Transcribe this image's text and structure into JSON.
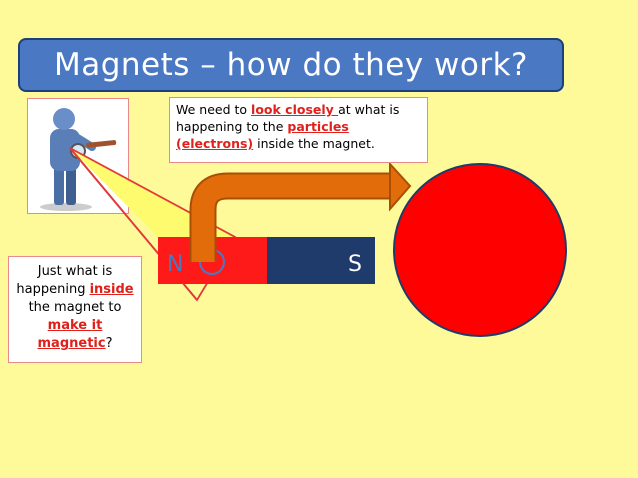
{
  "title": "Magnets – how do they work?",
  "callout": {
    "part1": "We need to ",
    "look_closely": "look closely ",
    "part2": "at what is happening to the ",
    "particles": "particles",
    "part3": " ",
    "electrons": "(electrons)",
    "part4": " inside the magnet."
  },
  "question": {
    "part1": "Just what is happening ",
    "inside": "inside",
    "part2": " the magnet to ",
    "make_it": "make it magnetic",
    "part3": "?"
  },
  "magnet": {
    "north_label": "N",
    "south_label": "S",
    "north_color": "#ff1a1a",
    "south_color": "#1f3b6b"
  },
  "colors": {
    "background": "#fffa99",
    "title_banner": "#4a78c2",
    "zoom_circle": "#ff0000",
    "arrow": "#e36c0a",
    "highlight_text": "#e0201b"
  },
  "icons": {
    "figure": "person-with-magnifier-icon"
  }
}
